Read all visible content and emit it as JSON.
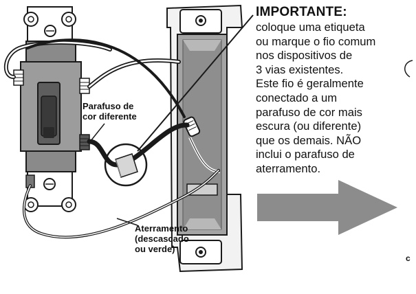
{
  "important": {
    "title": "IMPORTANTE:",
    "lines": [
      "coloque uma etiqueta",
      "ou marque o fio comum",
      "nos dispositivos de",
      "3 vias existentes.",
      "Este fio é geralmente",
      "conectado a um",
      "parafuso de cor mais",
      "escura (ou diferente)",
      "que os demais. NÃO",
      "inclui o parafuso de",
      "aterramento."
    ]
  },
  "labels": {
    "screw": [
      "Parafuso de",
      "cor diferente"
    ],
    "ground": [
      "Aterramento",
      "(descascado",
      "ou verde)"
    ],
    "corner": "c"
  },
  "colors": {
    "line": "#1a1a1a",
    "switch_body": "#8a8a8a",
    "box_gray": "#9a9a9a",
    "arrow": "#8c8c8c",
    "tape": "#d6d6d6"
  }
}
